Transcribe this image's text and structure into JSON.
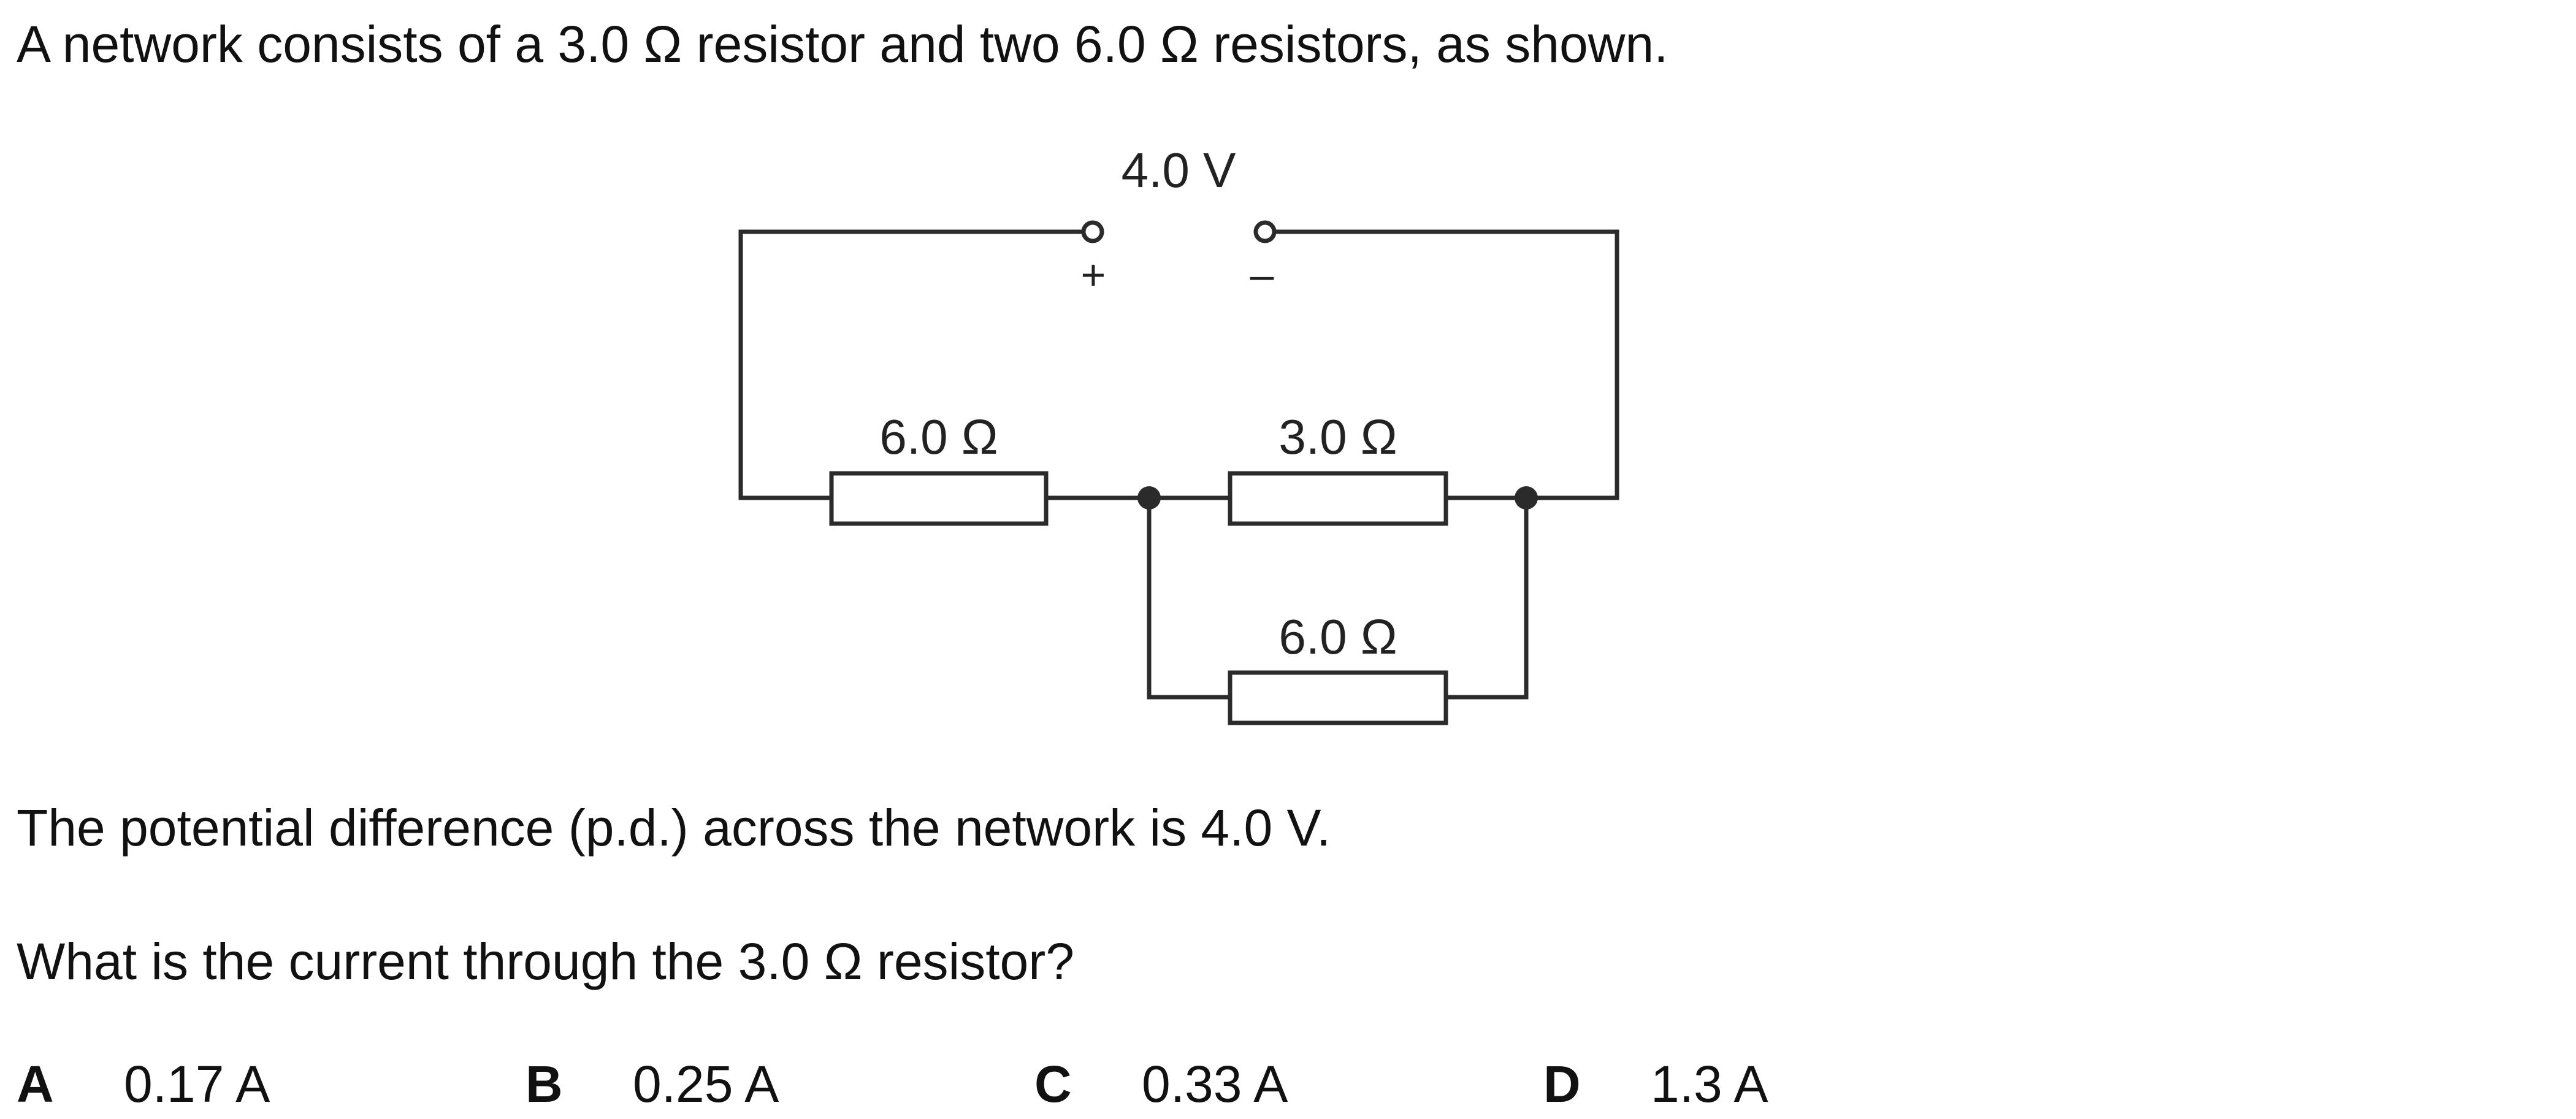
{
  "question": {
    "intro": "A network consists of a 3.0 Ω resistor and two 6.0 Ω resistors, as shown.",
    "pd_statement": "The potential difference (p.d.) across the network is 4.0 V.",
    "prompt": "What is the current through the 3.0 Ω resistor?"
  },
  "diagram": {
    "supply_label": "4.0 V",
    "positive_terminal": "+",
    "negative_terminal": "–",
    "resistor_left_label": "6.0 Ω",
    "resistor_middle_label": "3.0 Ω",
    "resistor_lower_label": "6.0 Ω"
  },
  "options": [
    {
      "letter": "A",
      "value": "0.17 A"
    },
    {
      "letter": "B",
      "value": "0.25 A"
    },
    {
      "letter": "C",
      "value": "0.33 A"
    },
    {
      "letter": "D",
      "value": "1.3 A"
    }
  ]
}
